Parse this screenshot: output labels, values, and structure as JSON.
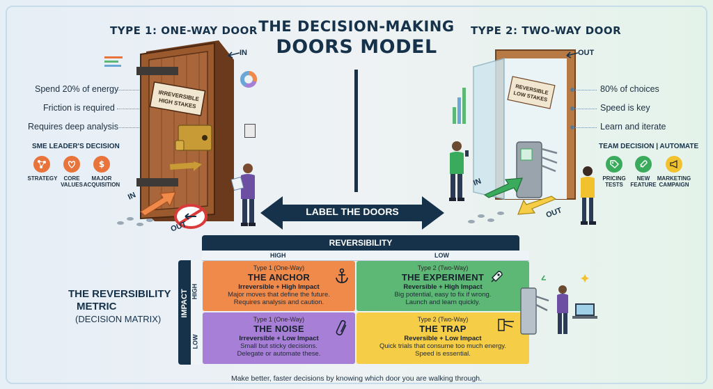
{
  "title": {
    "line1": "THE DECISION-MAKING",
    "line2": "DOORS MODEL"
  },
  "left": {
    "heading": "TYPE 1: ONE-WAY DOOR",
    "bullets": [
      "Spend 20% of energy",
      "Friction is required",
      "Requires deep analysis"
    ],
    "subheading": "SME LEADER'S DECISION",
    "icons": [
      {
        "label": "STRATEGY",
        "icon": "network-icon",
        "color": "#e8743b"
      },
      {
        "label": "CORE\nVALUES",
        "icon": "heart-hands-icon",
        "color": "#e8743b"
      },
      {
        "label": "MAJOR\nACQUISITION",
        "icon": "dollar-icon",
        "color": "#e8743b"
      }
    ],
    "door_sign": [
      "IRREVERSIBLE",
      "HIGH STAKES"
    ],
    "in_label": "IN",
    "in_arrow_label": "IN",
    "out_label": "OUT"
  },
  "right": {
    "heading": "TYPE 2: TWO-WAY DOOR",
    "bullets": [
      "80% of choices",
      "Speed is key",
      "Learn and iterate"
    ],
    "subheading": "TEAM DECISION | AUTOMATE",
    "icons": [
      {
        "label": "PRICING\nTESTS",
        "icon": "price-tag-icon",
        "color": "#3aaa5c"
      },
      {
        "label": "NEW\nFEATURE",
        "icon": "rocket-icon",
        "color": "#3aaa5c"
      },
      {
        "label": "MARKETING\nCAMPAIGN",
        "icon": "megaphone-icon",
        "color": "#f2c12e"
      }
    ],
    "door_sign": [
      "REVERSIBLE",
      "LOW STAKES"
    ],
    "out_label": "OUT",
    "in_label": "IN",
    "out_arrow_label": "OUT"
  },
  "center_banner": "LABEL THE DOORS",
  "matrix": {
    "label_lines": [
      "THE REVERSIBILITY",
      "METRIC"
    ],
    "label_sub": "(DECISION MATRIX)",
    "col_header": "REVERSIBILITY",
    "cols": [
      "HIGH",
      "LOW"
    ],
    "row_header": "IMPACT",
    "rows": [
      "HIGH",
      "LOW"
    ],
    "cells": [
      {
        "type": "Type 1 (One-Way)",
        "name": "THE ANCHOR",
        "sub": "Irreversible + High Impact",
        "desc": [
          "Major moves that define the future.",
          "Requires analysis and caution."
        ],
        "color": "#f08a4b",
        "icon": "anchor-icon"
      },
      {
        "type": "Type 2 (Two-Way)",
        "name": "THE EXPERIMENT",
        "sub": "Reversible + High Impact",
        "desc": [
          "Big potential, easy to fix if wrong.",
          "Launch and learn quickly."
        ],
        "color": "#5cb874",
        "icon": "rocket-icon"
      },
      {
        "type": "Type 1 (One-Way)",
        "name": "THE NOISE",
        "sub": "Irreversible + Low Impact",
        "desc": [
          "Small but sticky decisions.",
          "Delegate or automate these."
        ],
        "color": "#a77fd6",
        "icon": "paperclip-icon"
      },
      {
        "type": "Type 2 (Two-Way)",
        "name": "THE TRAP",
        "sub": "Reversible + Low Impact",
        "desc": [
          "Quick trials that consume too much energy.",
          "Speed is essential."
        ],
        "color": "#f6cd46",
        "icon": "turnstile-icon"
      }
    ]
  },
  "footer": "Make better, faster decisions by knowing which door you are walking through."
}
